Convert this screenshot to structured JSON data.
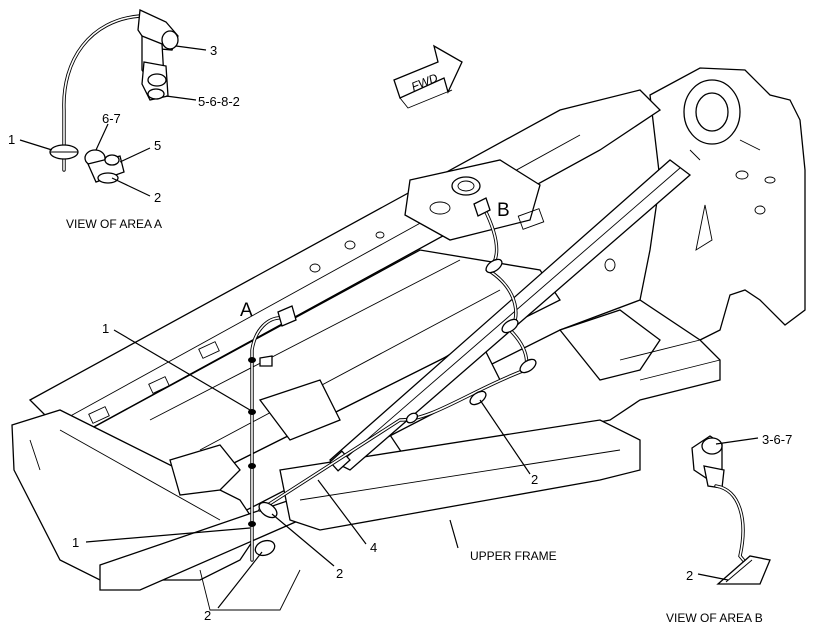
{
  "callouts": {
    "a_part3": "3",
    "a_part5682": "5-6-8-2",
    "a_part1": "1",
    "a_part67": "6-7",
    "a_part5": "5",
    "a_part2": "2",
    "b_part367": "3-6-7",
    "b_part2": "2",
    "main_1_upper": "1",
    "main_1_lower": "1",
    "main_2_right": "2",
    "main_2_mid": "2",
    "main_2_bottom": "2",
    "main_4": "4"
  },
  "captions": {
    "view_area_a": "VIEW OF AREA A",
    "view_area_b": "VIEW OF AREA B",
    "upper_frame": "UPPER FRAME"
  },
  "area_letters": {
    "a": "A",
    "b": "B"
  },
  "fwd_arrow_text": "FWD"
}
